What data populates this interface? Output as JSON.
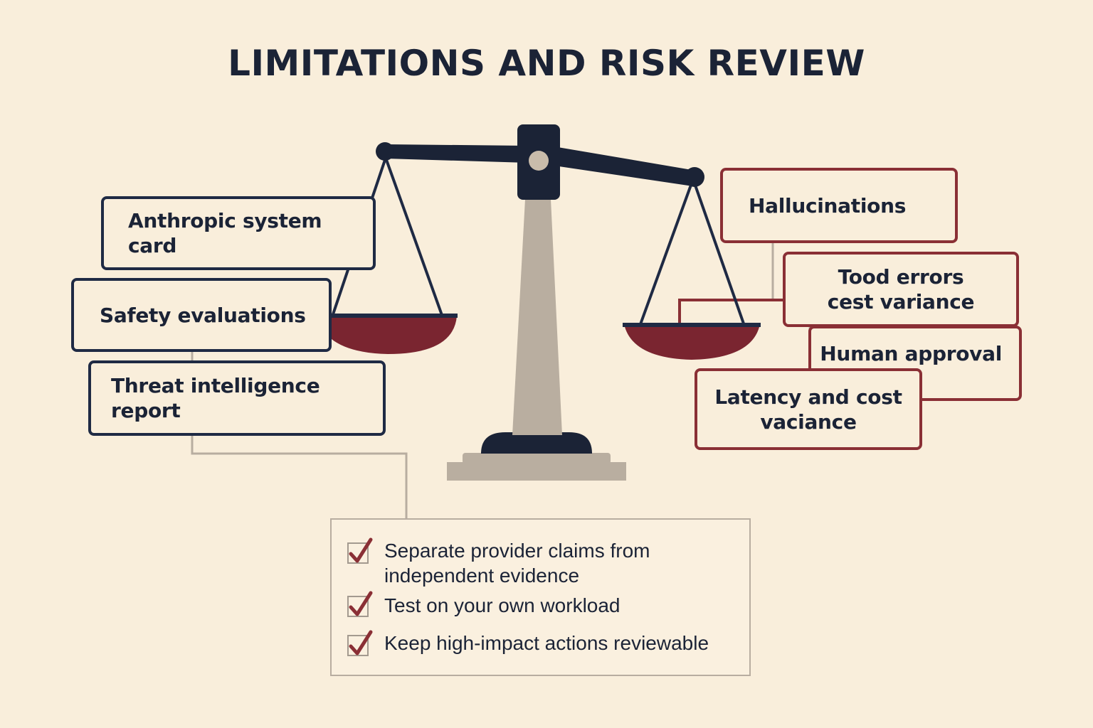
{
  "title": "LIMITATIONS AND RISK REVIEW",
  "evidence_boxes": [
    {
      "label": "Anthropic system card"
    },
    {
      "label": "Safety evaluations"
    },
    {
      "label": "Threat intelligence report"
    }
  ],
  "risk_boxes": [
    {
      "label": "Hallucinations"
    },
    {
      "line1": "Tood errors",
      "line2": "cest variance"
    },
    {
      "label": "Human approval"
    },
    {
      "line1": "Latency and cost",
      "line2": "vaciance"
    }
  ],
  "checklist": [
    {
      "line1": "Separate provider claims from",
      "line2": "independent evidence"
    },
    {
      "line1": "Test on your own workload"
    },
    {
      "line1": "Keep high-impact actions reviewable"
    }
  ],
  "colors": {
    "background": "#f9eedb",
    "navy": "#1f2a44",
    "maroon": "#8a2f35",
    "pan_fill": "#7a2530",
    "stand": "#b9aea0",
    "connector": "#b8ada0"
  },
  "icons": [
    "balance-scale-icon",
    "checkmark-icon"
  ]
}
